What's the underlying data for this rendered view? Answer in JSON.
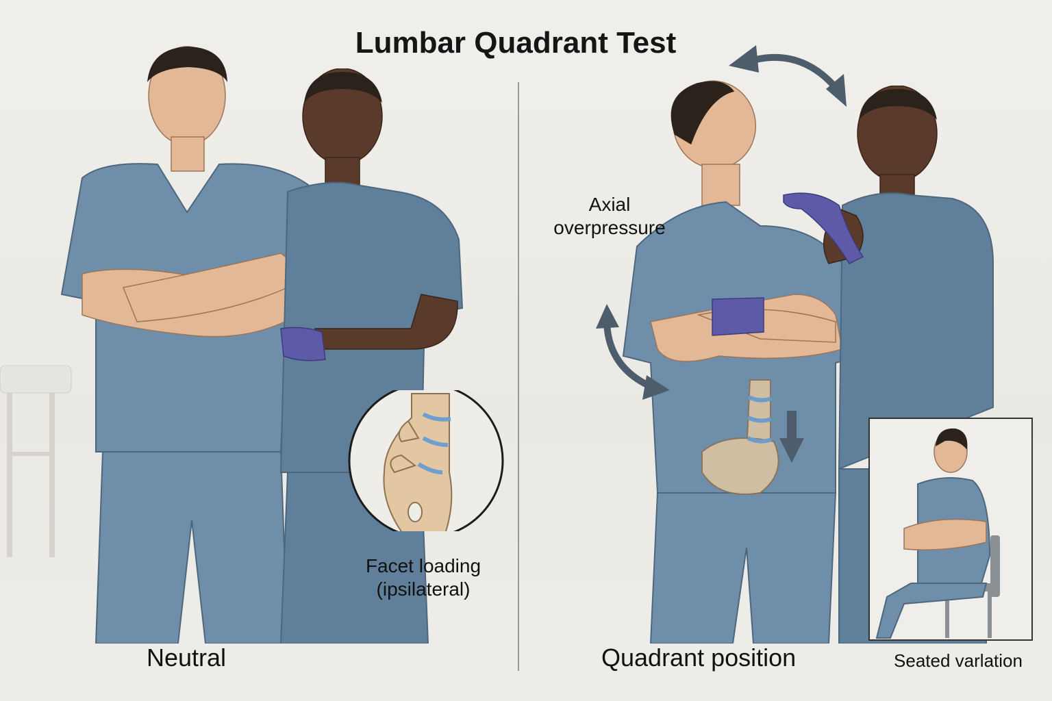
{
  "title": "Lumbar Quadrant Test",
  "panels": {
    "left": {
      "caption": "Neutral",
      "inset_label_line1": "Facet loading",
      "inset_label_line2": "(ipsilateral)"
    },
    "right": {
      "caption": "Quadrant position",
      "annotation_line1": "Axial",
      "annotation_line2": "overpressure",
      "inset_caption": "Seated varlation"
    }
  },
  "colors": {
    "scrubs": "#6e8ea9",
    "glove": "#5d5aa8",
    "arrow": "#4d5d6b",
    "disc": "#6e9fd0",
    "bone": "#e2c7a2",
    "background": "#efede8"
  },
  "icons": [
    "rotation-arrow-top",
    "rotation-arrow-side",
    "downward-arrow",
    "spine-magnifier-circle"
  ]
}
